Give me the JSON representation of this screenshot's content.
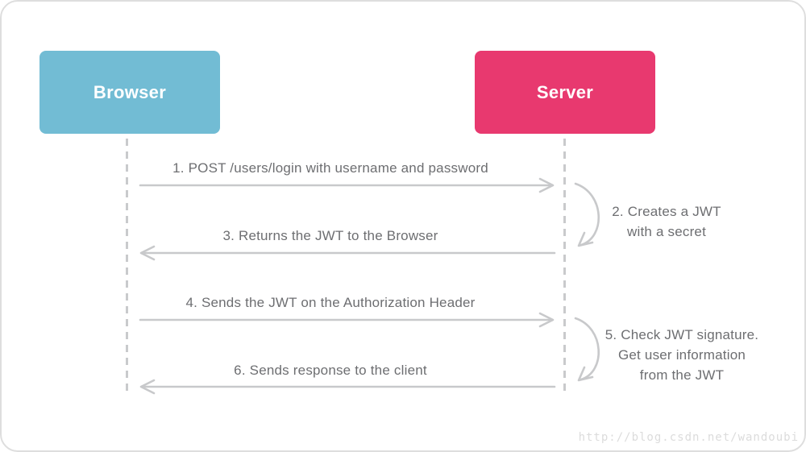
{
  "diagram": {
    "type": "sequence",
    "topic": "JWT authentication flow"
  },
  "actors": [
    {
      "id": "browser",
      "label": "Browser",
      "color": "#72bcd4"
    },
    {
      "id": "server",
      "label": "Server",
      "color": "#e8396f"
    }
  ],
  "messages": [
    {
      "step": "1",
      "from": "Browser",
      "to": "Server",
      "direction": "right",
      "label": "1. POST /users/login with username and password"
    },
    {
      "step": "3",
      "from": "Server",
      "to": "Browser",
      "direction": "left",
      "label": "3. Returns the JWT to the Browser"
    },
    {
      "step": "4",
      "from": "Browser",
      "to": "Server",
      "direction": "right",
      "label": "4. Sends the JWT on the Authorization Header"
    },
    {
      "step": "6",
      "from": "Server",
      "to": "Browser",
      "direction": "left",
      "label": "6. Sends response to the client"
    }
  ],
  "self_notes": [
    {
      "step": "2",
      "actor": "Server",
      "text": "2. Creates a JWT\nwith a secret"
    },
    {
      "step": "5",
      "actor": "Server",
      "text": "5. Check JWT signature.\nGet user information\nfrom the JWT"
    }
  ],
  "watermark": "http://blog.csdn.net/wandoubi",
  "colors": {
    "browser-box": "#72bcd4",
    "server-box": "#e8396f",
    "box-text": "#ffffff",
    "message-text": "#6d6e71",
    "arrow": "#c8c9cb",
    "lifeline": "#c9cacc",
    "watermark-text": "#dcdcdc",
    "canvas-border": "#dedede"
  }
}
